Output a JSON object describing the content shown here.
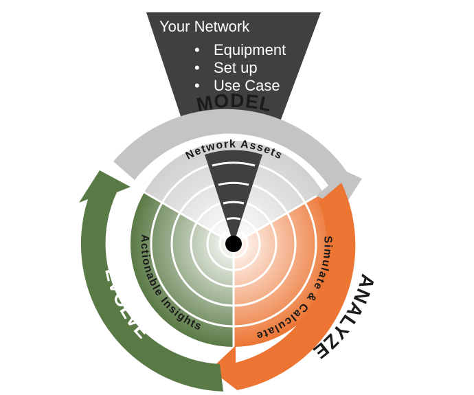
{
  "funnel": {
    "title": "Your Network",
    "items": [
      "Equipment",
      "Set up",
      "Use Case"
    ]
  },
  "phases": {
    "model": "MODEL",
    "analyze": "ANALYZE",
    "evolve": "EVOLVE"
  },
  "inner": {
    "model": "Network Assets",
    "analyze": "Simulate & Calculate",
    "evolve": "Actionable Insights"
  },
  "colors": {
    "funnel": "#404040",
    "model": "#c8c8c8",
    "analyze": "#ec7533",
    "evolve": "#5a7a45",
    "center": "#000000"
  }
}
